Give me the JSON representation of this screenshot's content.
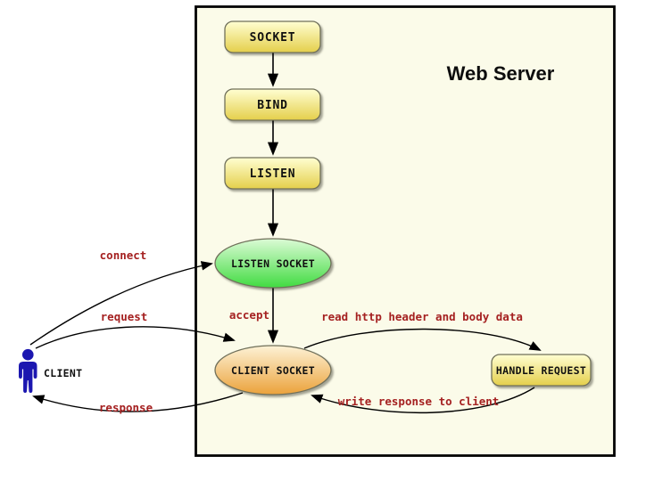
{
  "title": "Web Server",
  "nodes": {
    "socket": {
      "label": "SOCKET"
    },
    "bind": {
      "label": "BIND"
    },
    "listen": {
      "label": "LISTEN"
    },
    "listen_socket": {
      "label": "LISTEN SOCKET"
    },
    "client_socket": {
      "label": "CLIENT SOCKET"
    },
    "handle_request": {
      "label": "HANDLE REQUEST"
    },
    "client": {
      "label": "CLIENT"
    }
  },
  "edges": {
    "connect": {
      "label": "connect"
    },
    "request": {
      "label": "request"
    },
    "response": {
      "label": "response"
    },
    "accept": {
      "label": "accept"
    },
    "read": {
      "label": "read http header and body data"
    },
    "write": {
      "label": "write response to client"
    }
  },
  "colors": {
    "background": "#FBFBE9",
    "edge_label": "#A52121",
    "arrow": "#000000",
    "node_border": "#70705A",
    "yellow_top": "#FFFED2",
    "yellow_bottom": "#E4CF4B",
    "green_top": "#DCFBD6",
    "green_bottom": "#41DB41",
    "orange_top": "#FDF2D6",
    "orange_bottom": "#EBA23B",
    "client_figure": "#1C17B0"
  }
}
